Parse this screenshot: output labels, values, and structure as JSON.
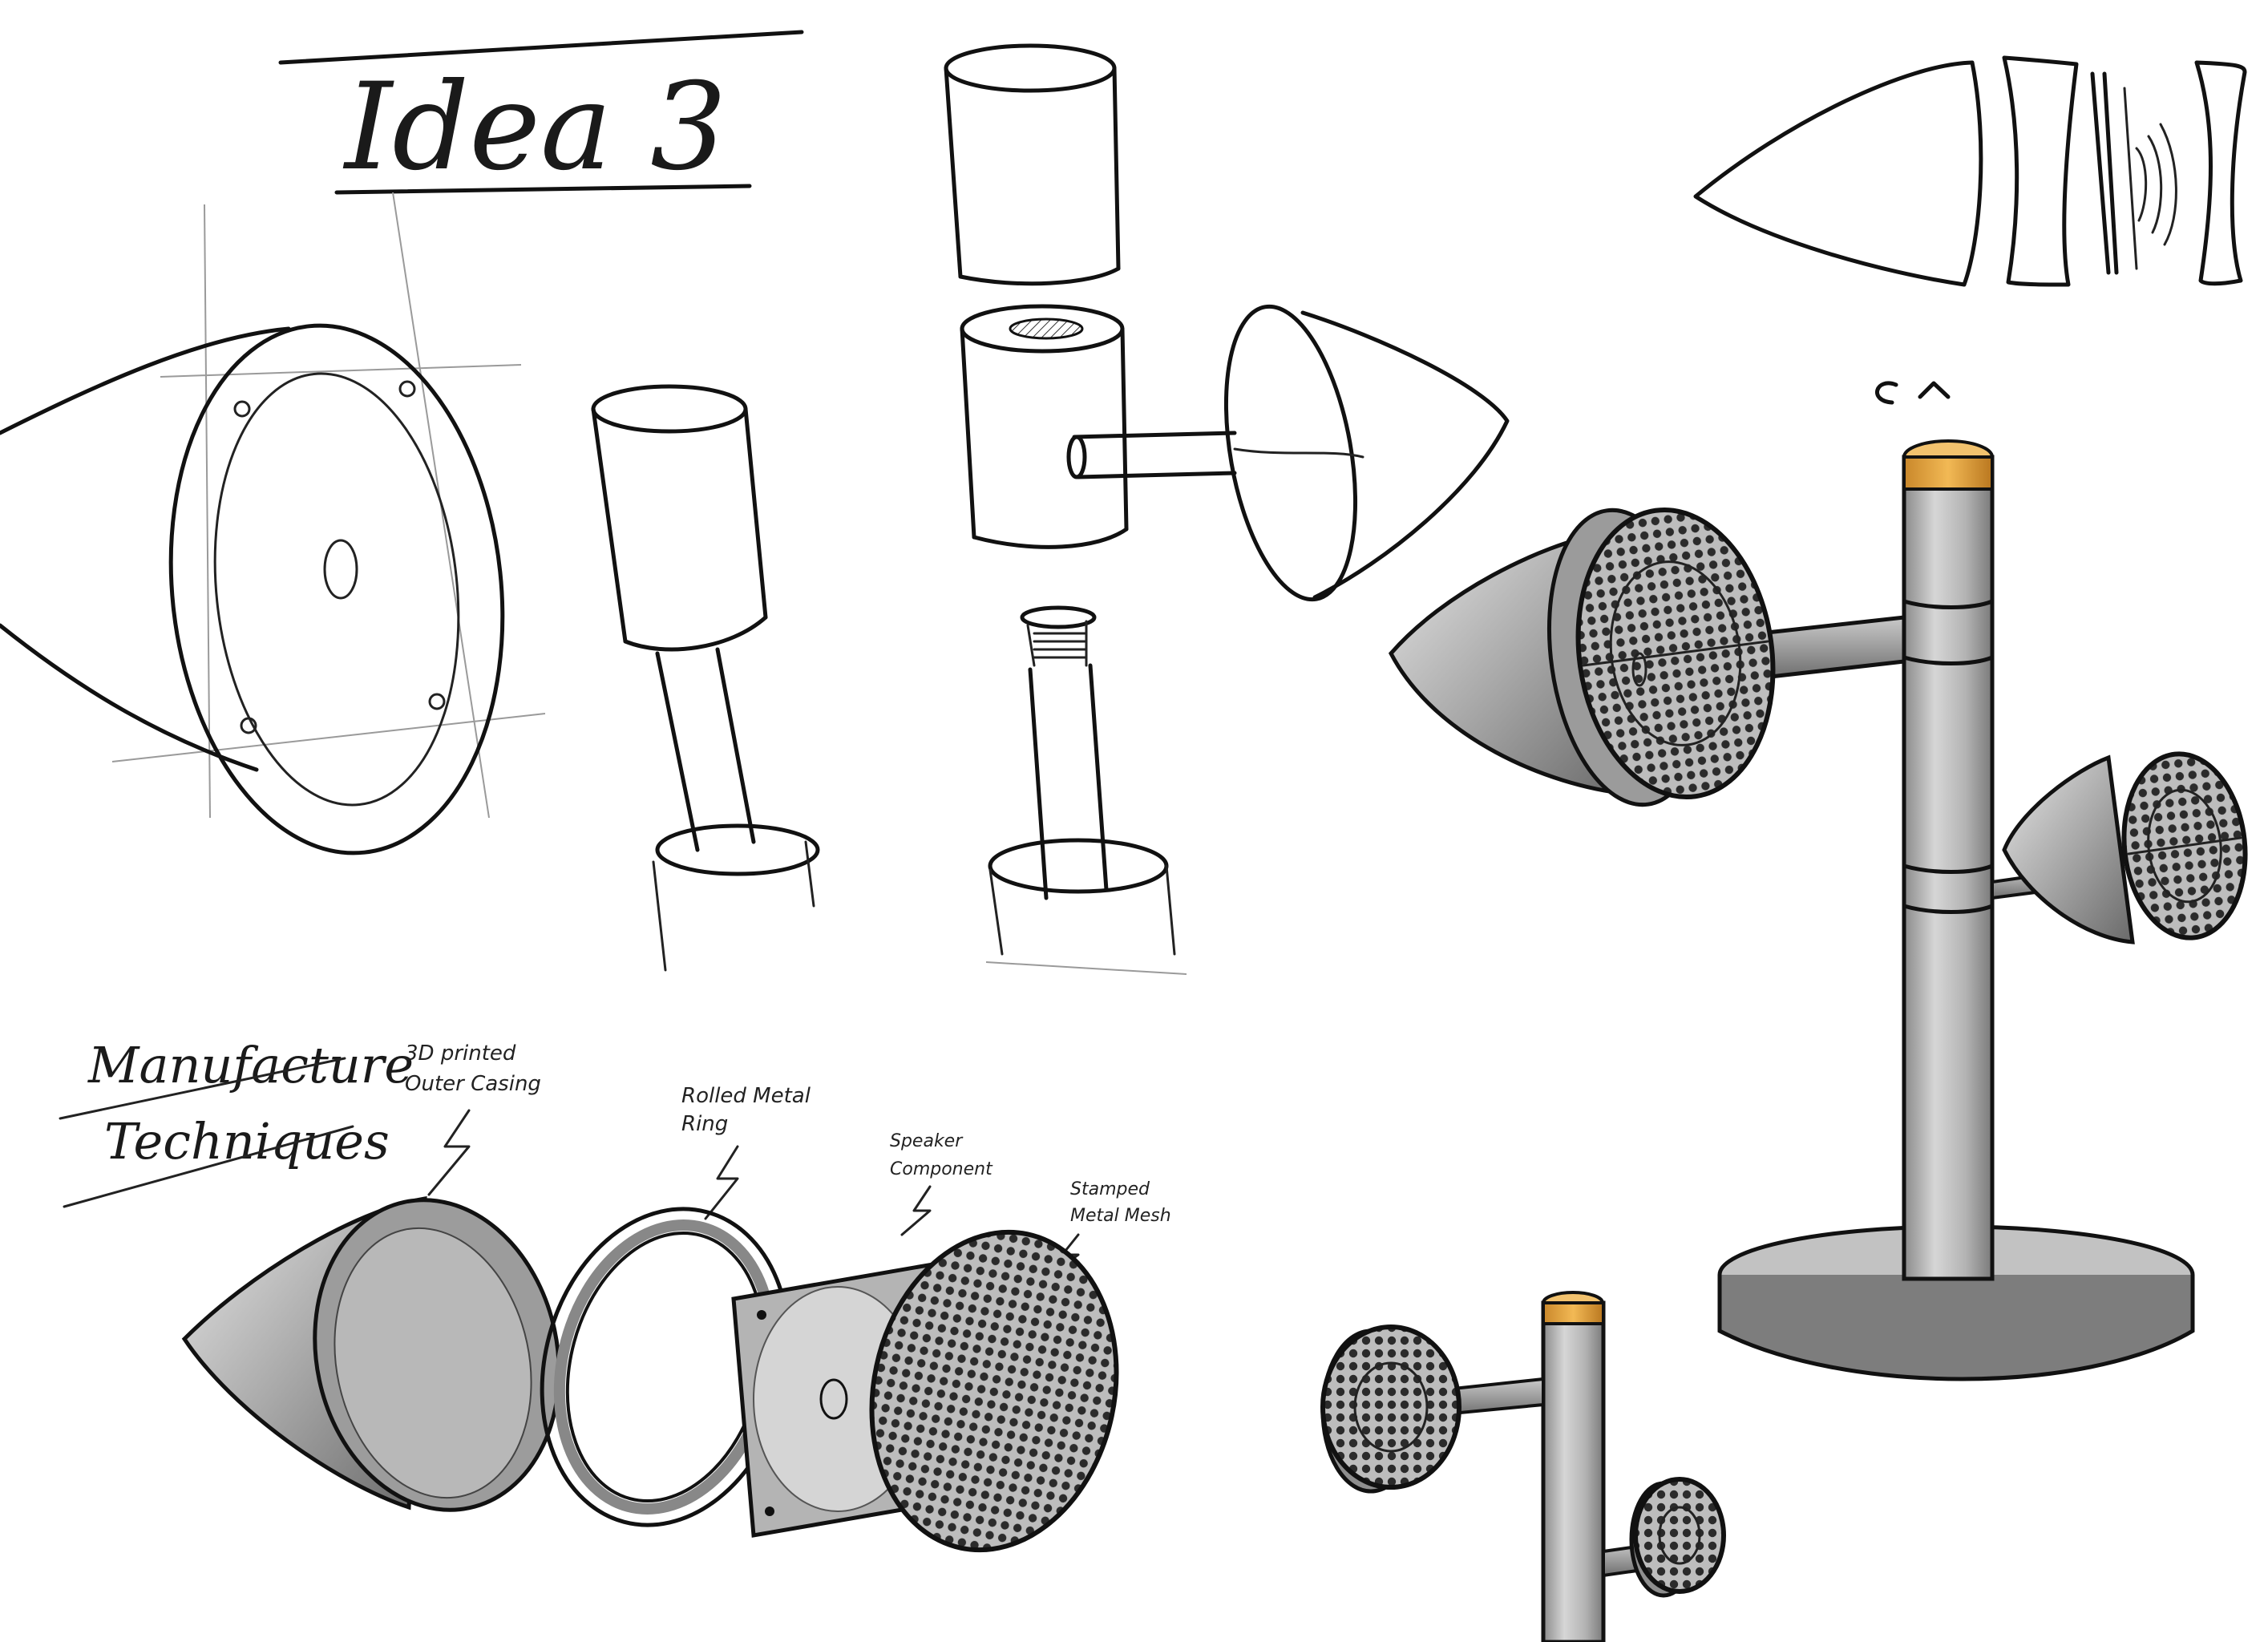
{
  "title": "Idea 3",
  "manufacture": {
    "heading_line1": "Manufacture",
    "heading_line2": "Techniques"
  },
  "annotations": {
    "casing_line1": "3D printed",
    "casing_line2": "Outer Casing",
    "ring_line1": "Rolled Metal",
    "ring_line2": "Ring",
    "speaker_line1": "Speaker",
    "speaker_line2": "Component",
    "mesh_line1": "Stamped",
    "mesh_line2": "Metal Mesh"
  },
  "colors": {
    "ink": "#111111",
    "metal_light": "#d9d9d9",
    "metal_mid": "#a8a8a8",
    "metal_dark": "#6d6d6d",
    "brass_cap": "#e0a33c",
    "mesh_dot": "#2b2b2b"
  }
}
